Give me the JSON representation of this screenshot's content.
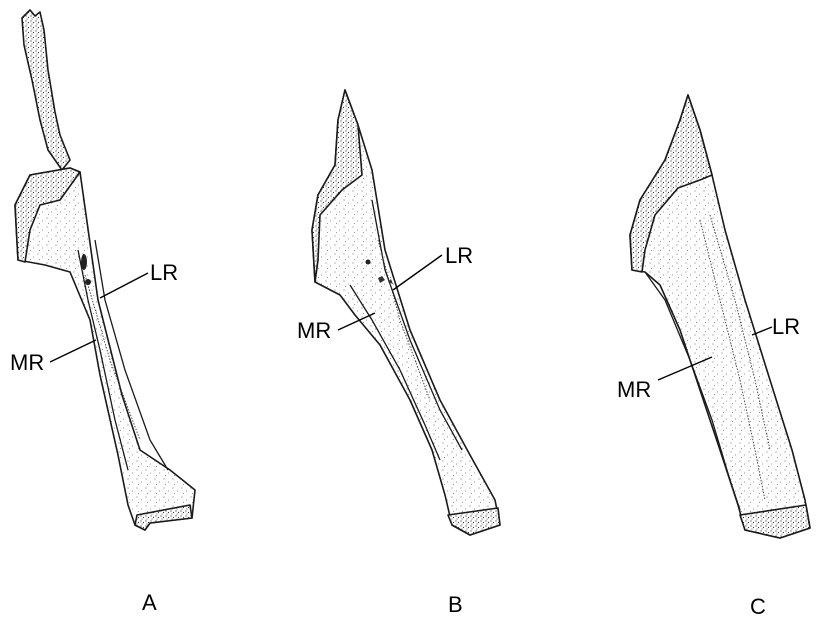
{
  "panels": [
    {
      "letter": "A",
      "mr_label": "MR",
      "lr_label": "LR"
    },
    {
      "letter": "B",
      "mr_label": "MR",
      "lr_label": "LR"
    },
    {
      "letter": "C",
      "mr_label": "MR",
      "lr_label": "LR"
    }
  ],
  "colors": {
    "ink": "#1a1a1a",
    "paper": "#ffffff"
  }
}
